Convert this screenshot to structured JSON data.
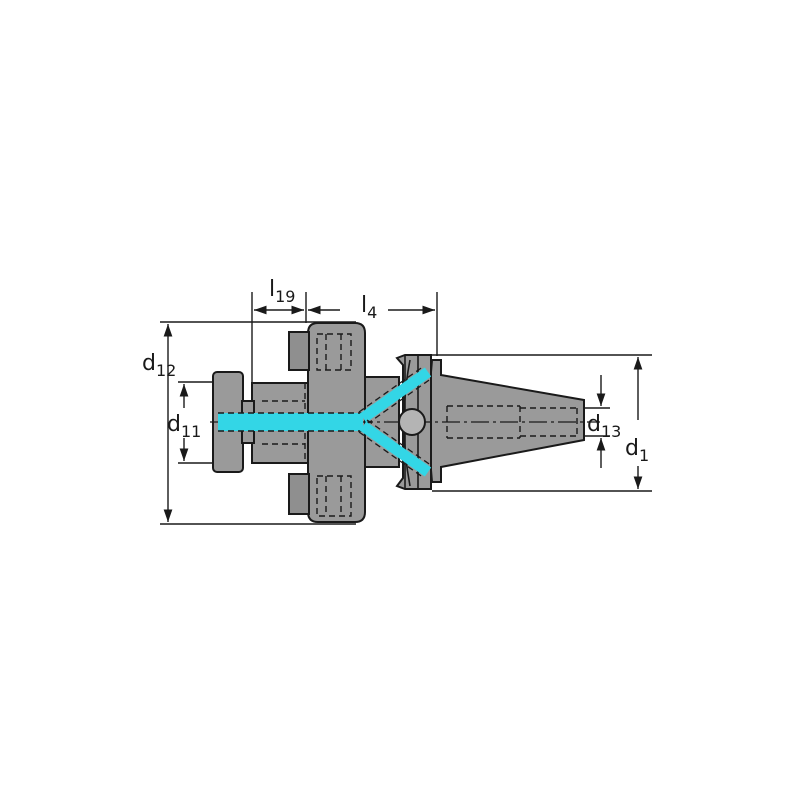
{
  "labels": {
    "l19": {
      "main": "l",
      "sub": "19"
    },
    "l4": {
      "main": "l",
      "sub": "4"
    },
    "d12": {
      "main": "d",
      "sub": "12"
    },
    "d11": {
      "main": "d",
      "sub": "11"
    },
    "d13": {
      "main": "d",
      "sub": "13"
    },
    "d1": {
      "main": "d",
      "sub": "1"
    }
  },
  "colors": {
    "body": "#9a9a9a",
    "body_light": "#b4b4b4",
    "coolant": "#33d6e6",
    "outline": "#1a1a1a"
  }
}
